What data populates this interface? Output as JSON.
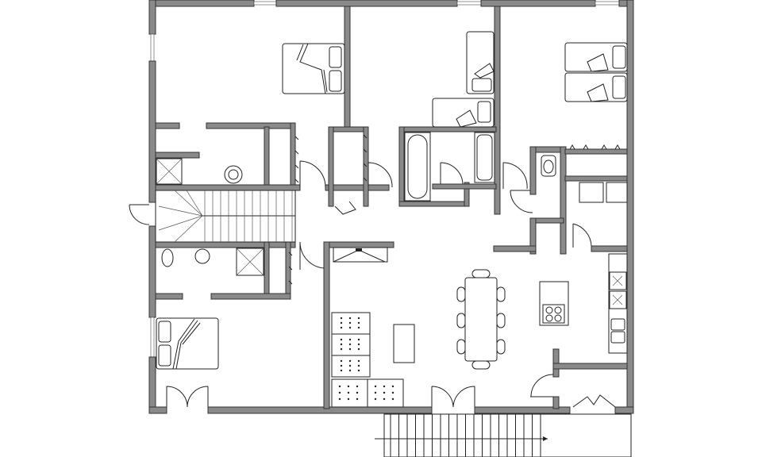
{
  "plan": {
    "colors": {
      "wall_fill": "#8a8a8a",
      "wall_outline": "#333333",
      "fixture_line": "#222222",
      "background": "#ffffff"
    },
    "symbols": [
      "double-bed",
      "single-bed",
      "bathtub",
      "shower",
      "toilet",
      "washbasin",
      "staircase",
      "dining-table",
      "chair",
      "sofa",
      "coffee-table",
      "kitchen-island",
      "cooktop",
      "kitchen-sink",
      "fireplace",
      "door-swing",
      "window",
      "wardrobe"
    ]
  }
}
